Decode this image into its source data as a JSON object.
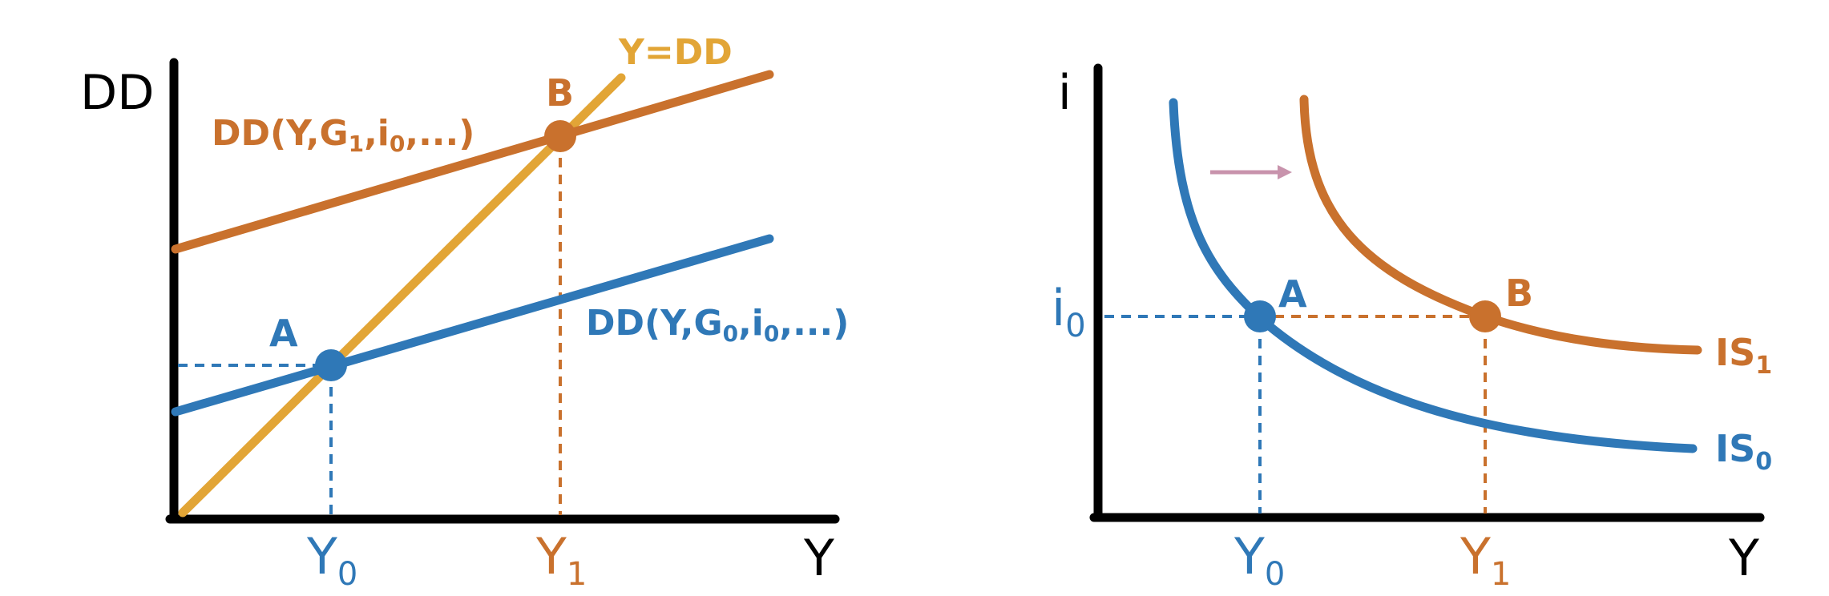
{
  "colors": {
    "axis": "#000000",
    "blue": "#2f78b7",
    "orange": "#c9712d",
    "yellow": "#e2a536",
    "arrow": "#c893ac"
  },
  "left_panel": {
    "y_axis_label": "DD",
    "x_axis_label": "Y",
    "y_eq_dd_label": "Y=DD",
    "upper_curve": {
      "name": "DD(Y,",
      "g": "G",
      "g_sub": "1",
      "i": "i",
      "i_sub": "0",
      "tail": ",...)"
    },
    "lower_curve": {
      "name": "DD(Y,",
      "g": "G",
      "g_sub": "0",
      "i": "i",
      "i_sub": "0",
      "tail": ",...)"
    },
    "point_a": "A",
    "point_b": "B",
    "x_ticks": [
      {
        "main": "Y",
        "sub": "0"
      },
      {
        "main": "Y",
        "sub": "1"
      }
    ]
  },
  "right_panel": {
    "y_axis_label": "i",
    "x_axis_label": "Y",
    "i0_tick": {
      "main": "i",
      "sub": "0"
    },
    "point_a": "A",
    "point_b": "B",
    "curve_is1": {
      "main": "IS",
      "sub": "1"
    },
    "curve_is0": {
      "main": "IS",
      "sub": "0"
    },
    "x_ticks": [
      {
        "main": "Y",
        "sub": "0"
      },
      {
        "main": "Y",
        "sub": "1"
      }
    ]
  }
}
